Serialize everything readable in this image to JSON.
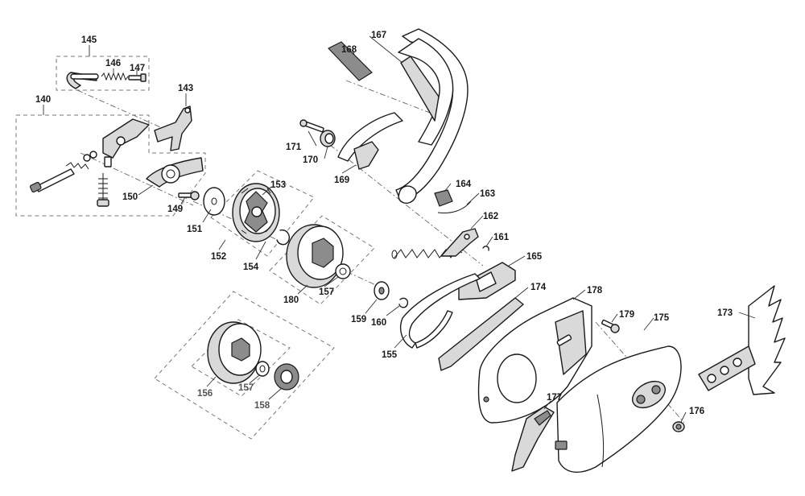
{
  "callouts": {
    "c140": "140",
    "c143": "143",
    "c145": "145",
    "c146": "146",
    "c147": "147",
    "c149": "149",
    "c150": "150",
    "c151": "151",
    "c152": "152",
    "c153": "153",
    "c154": "154",
    "c155": "155",
    "c156": "156",
    "c157a": "157",
    "c157b": "157",
    "c158": "158",
    "c159": "159",
    "c160": "160",
    "c161": "161",
    "c162": "162",
    "c163": "163",
    "c164": "164",
    "c165": "165",
    "c167": "167",
    "c168": "168",
    "c169": "169",
    "c170": "170",
    "c171": "171",
    "c173": "173",
    "c174": "174",
    "c175": "175",
    "c176": "176",
    "c177": "177",
    "c178": "178",
    "c179": "179",
    "c180": "180"
  }
}
